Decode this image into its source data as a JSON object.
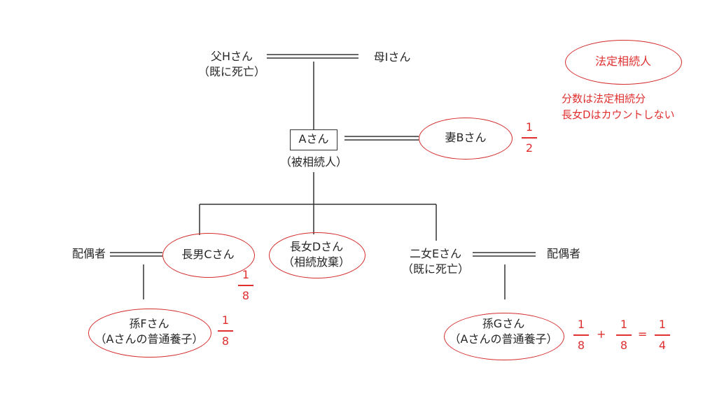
{
  "nodes": {
    "father": {
      "name": "父Hさん",
      "status": "（既に死亡）"
    },
    "mother": {
      "name": "母Iさん"
    },
    "a": {
      "name": "Aさん",
      "role": "（被相続人）"
    },
    "wife": {
      "name": "妻Bさん"
    },
    "son_c": {
      "name": "長男Cさん"
    },
    "daughter_d": {
      "name": "長女Dさん",
      "status": "（相続放棄）"
    },
    "daughter_e": {
      "name": "二女Eさん",
      "status": "（既に死亡）"
    },
    "spouse_left": {
      "name": "配偶者"
    },
    "spouse_right": {
      "name": "配偶者"
    },
    "grandchild_f": {
      "name": "孫Fさん",
      "status": "（Aさんの普通養子）"
    },
    "grandchild_g": {
      "name": "孫Gさん",
      "status": "（Aさんの普通養子）"
    }
  },
  "shares": {
    "wife": {
      "num": "1",
      "den": "2"
    },
    "son_c": {
      "num": "1",
      "den": "8"
    },
    "grandchild_f": {
      "num": "1",
      "den": "8"
    },
    "grandchild_g": {
      "terms": [
        {
          "num": "1",
          "den": "8"
        },
        {
          "num": "1",
          "den": "8"
        }
      ],
      "plus": "+",
      "equals": "=",
      "result": {
        "num": "1",
        "den": "4"
      }
    }
  },
  "legend": {
    "label": "法定相続人",
    "note_line1": "分数は法定相続分",
    "note_line2": "長女Dはカウントしない"
  },
  "colors": {
    "accent": "#e03030",
    "line": "#333333",
    "text": "#262626"
  }
}
